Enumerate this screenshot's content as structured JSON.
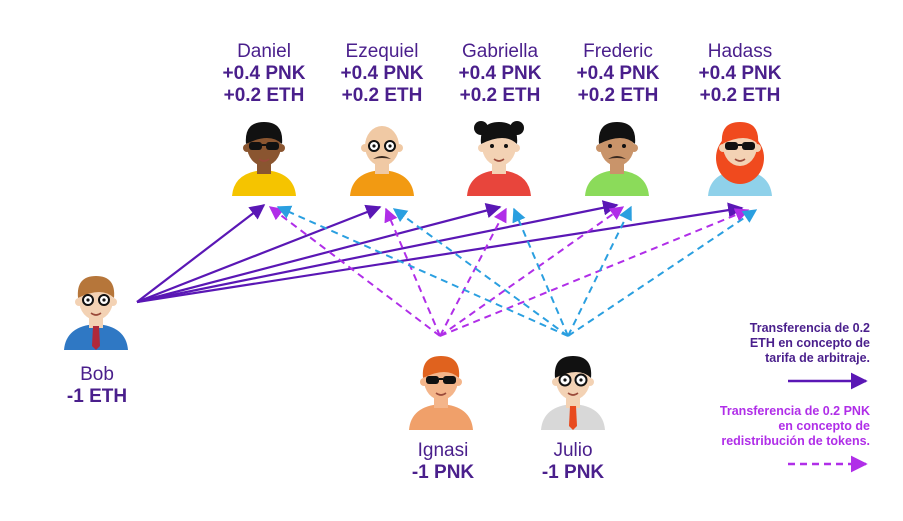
{
  "colors": {
    "eth_arrow": "#5a17b5",
    "pnk_arrow": "#b02ee8",
    "pnk_arrow_blue": "#2a9fe0",
    "label_text": "#4a1f8c",
    "legend_eth_text": "#4a1f8c",
    "legend_pnk_text": "#b02ee8"
  },
  "jurors": [
    {
      "name": "Daniel",
      "pnk": "+0.4 PNK",
      "eth": "+0.2 ETH",
      "shirt": "#f5c400",
      "skin": "#8a5530",
      "hair": "#111111",
      "accessory": "sunglasses"
    },
    {
      "name": "Ezequiel",
      "pnk": "+0.4 PNK",
      "eth": "+0.2 ETH",
      "shirt": "#f29a12",
      "skin": "#f0c9a4",
      "hair": "none",
      "accessory": "glasses-mustache"
    },
    {
      "name": "Gabriella",
      "pnk": "+0.4 PNK",
      "eth": "+0.2 ETH",
      "shirt": "#e8453c",
      "skin": "#f3d2b4",
      "hair": "#111111",
      "accessory": "buns"
    },
    {
      "name": "Frederic",
      "pnk": "+0.4 PNK",
      "eth": "+0.2 ETH",
      "shirt": "#8bdb5a",
      "skin": "#c9946a",
      "hair": "#111111",
      "accessory": "mustache"
    },
    {
      "name": "Hadass",
      "pnk": "+0.4 PNK",
      "eth": "+0.2 ETH",
      "shirt": "#8fd1ea",
      "skin": "#f3d2b4",
      "hair": "#f04a1e",
      "accessory": "sunglasses"
    }
  ],
  "payer": {
    "name": "Bob",
    "amount": "-1 ETH",
    "shirt": "#2f78c4",
    "skin": "#f3d2b4",
    "hair": "#b6763a",
    "accessory": "glasses"
  },
  "losers": [
    {
      "name": "Ignasi",
      "amount": "-1 PNK",
      "shirt": "#f0a06a",
      "skin": "#f4b58a",
      "hair": "#e0621e",
      "accessory": "sunglasses"
    },
    {
      "name": "Julio",
      "amount": "-1 PNK",
      "shirt": "#d8d8d8",
      "skin": "#f3d2b4",
      "hair": "#111111",
      "accessory": "round-glasses"
    }
  ],
  "legend": {
    "eth_lines": [
      "Transferencia de 0.2",
      "ETH en concepto de",
      "tarifa de arbitraje."
    ],
    "pnk_lines": [
      "Transferencia de 0.2 PNK",
      "en concepto de",
      "redistribución de tokens."
    ]
  }
}
